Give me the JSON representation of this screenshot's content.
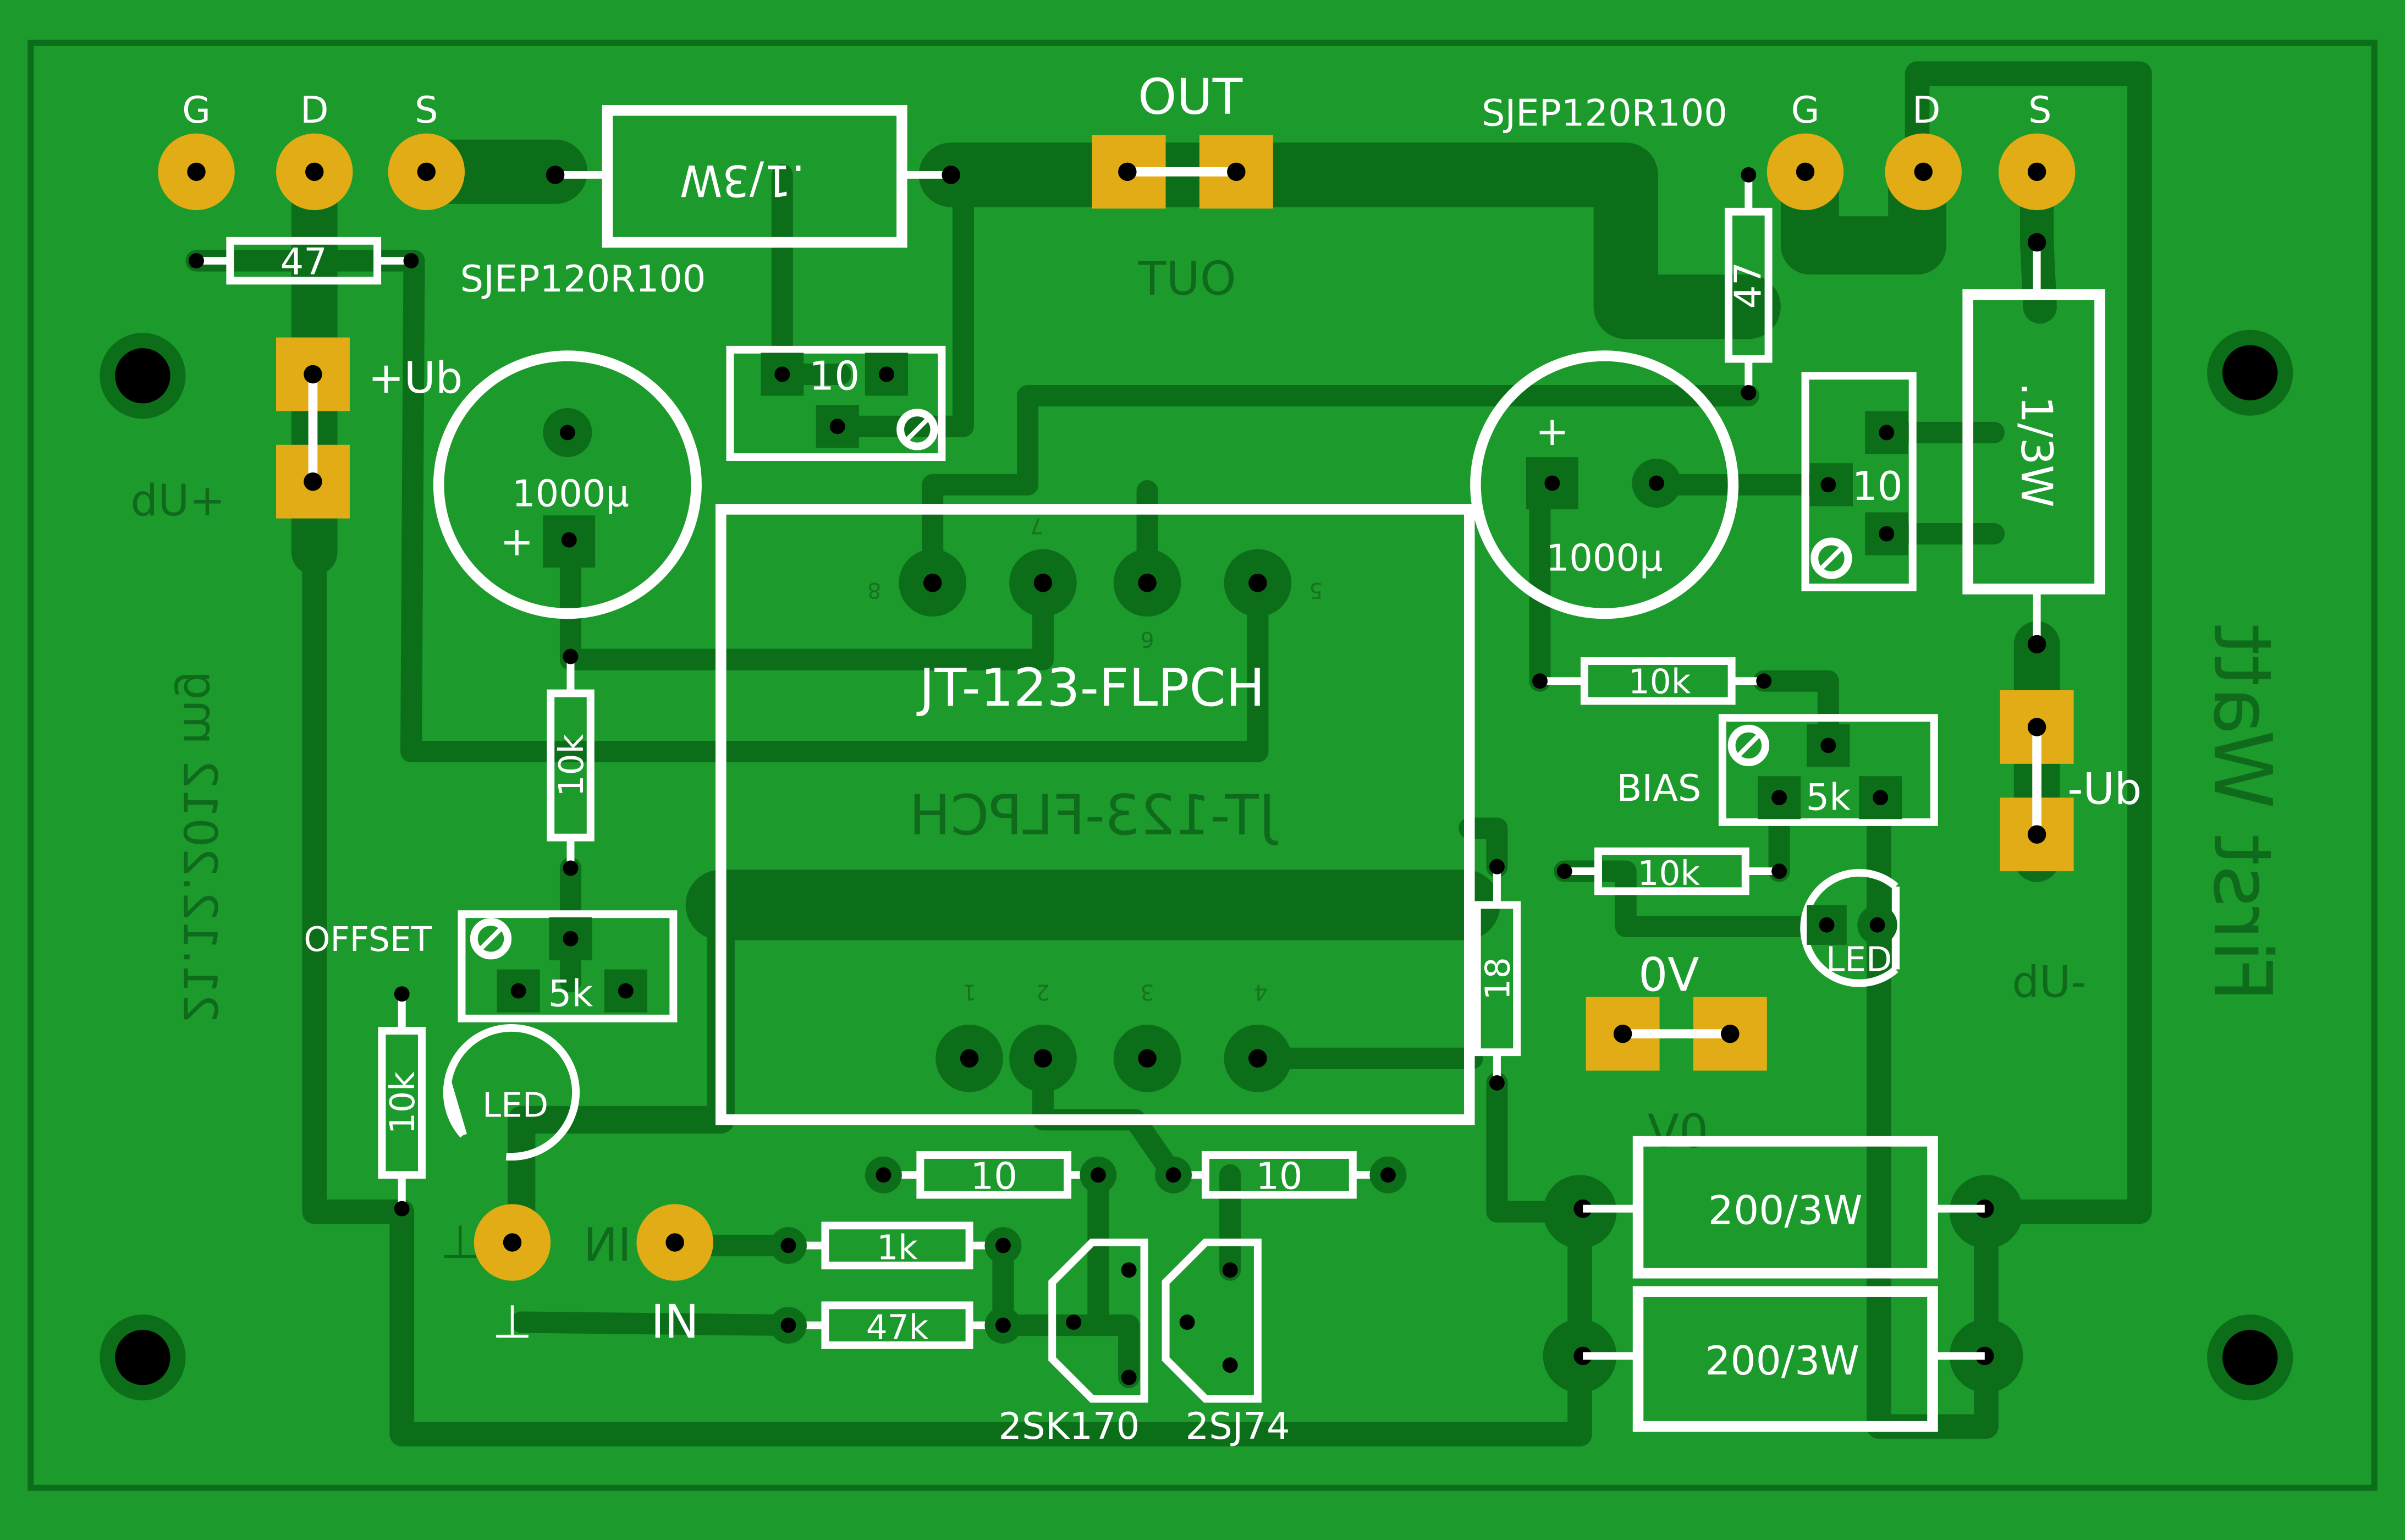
{
  "board": {
    "colors": {
      "substrate": "#1c9a2c",
      "copper": "#0d6e1a",
      "pad": "#e2ac17",
      "silkscreen": "#ffffff",
      "hole": "#000000"
    }
  },
  "labels": {
    "left_g": "G",
    "left_d": "D",
    "left_s": "S",
    "right_g": "G",
    "right_d": "D",
    "right_s": "S",
    "left_jfet": "SJEP120R100",
    "right_jfet": "SJEP120R100",
    "out": "OUT",
    "plus_ub": "+Ub",
    "minus_ub": "-Ub",
    "zero_v": "0V",
    "offset": "OFFSET",
    "bias": "BIAS",
    "in": "IN",
    "ground": "⊥",
    "transformer": "JT-123-FLPCH",
    "q_2sk170": "2SK170",
    "q_2sj74": "2SJ74"
  },
  "mirror_labels": {
    "out": "OUT",
    "plus_ub": "+Ub",
    "minus_ub": "-Ub",
    "zero_v": "0V",
    "transformer": "JT-123-FLPCH",
    "date": "21.12.2012 mg",
    "title": "First Watt",
    "in": "IN",
    "ground": "⊥"
  },
  "components": {
    "r_top_left_shunt": ".1/3W",
    "r_right_shunt": ".1/3W",
    "r_gate_left": "47",
    "r_gate_right": "47",
    "c_left": "1000µ",
    "c_right": "1000µ",
    "cap_plus": "+",
    "trim_left_top": "10",
    "trim_right_top": "10",
    "r_left_10k": "10k",
    "r_right_10k_a": "10k",
    "r_right_10k_b": "10k",
    "trim_offset": "5k",
    "trim_bias": "5k",
    "r_left_bottom_10k": "10k",
    "led_left": "LED",
    "led_right": "LED",
    "r_18": "18",
    "r_src_a": "10",
    "r_src_b": "10",
    "r_in_1k": "1k",
    "r_in_47k": "47k",
    "r_load_a": "200/3W",
    "r_load_b": "200/3W"
  },
  "transformer_pins": {
    "p1": "1",
    "p2": "2",
    "p3": "3",
    "p4": "4",
    "p5": "5",
    "p6": "6",
    "p7": "7",
    "p8": "8"
  }
}
